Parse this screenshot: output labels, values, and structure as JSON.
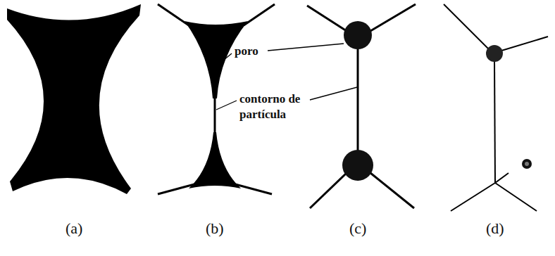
{
  "diagram": {
    "labels": [
      "poro",
      "contorno de partícula",
      "(a)",
      "(b)",
      "(c)",
      "(d)"
    ]
  }
}
